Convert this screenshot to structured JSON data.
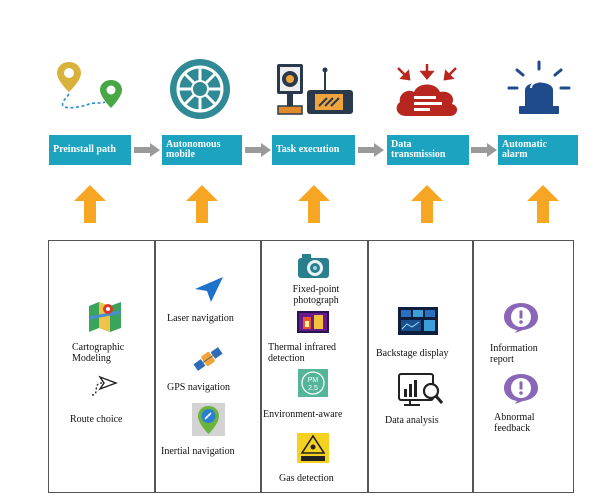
{
  "stages": [
    {
      "label": "Preinstall path"
    },
    {
      "label": "Autonomous mobile"
    },
    {
      "label": "Task execution"
    },
    {
      "label": "Data transmission"
    },
    {
      "label": "Automatic alarm"
    }
  ],
  "columns": [
    {
      "items": [
        {
          "label": "Cartographic Modeling",
          "icon": "map-icon"
        },
        {
          "label": "Route choice",
          "icon": "route-arrow-icon"
        }
      ]
    },
    {
      "items": [
        {
          "label": "Laser navigation",
          "icon": "navigation-arrow-icon"
        },
        {
          "label": "GPS navigation",
          "icon": "satellite-icon"
        },
        {
          "label": "Inertial navigation",
          "icon": "compass-icon"
        }
      ]
    },
    {
      "items": [
        {
          "label": "Fixed-point photograph",
          "icon": "camera-icon"
        },
        {
          "label": "Thermal infrared detection",
          "icon": "thermal-image-icon"
        },
        {
          "label": "Environment-aware",
          "icon": "pm25-sensor-icon"
        },
        {
          "label": "Gas detection",
          "icon": "gas-warning-icon"
        }
      ]
    },
    {
      "items": [
        {
          "label": "Backstage display",
          "icon": "dashboard-icon"
        },
        {
          "label": "Data analysis",
          "icon": "chart-search-icon"
        }
      ]
    },
    {
      "items": [
        {
          "label": "Information report",
          "icon": "info-bubble-icon"
        },
        {
          "label": "Abnormal feedback",
          "icon": "alert-bubble-icon"
        }
      ]
    }
  ],
  "colors": {
    "stage": "#1ba3bf",
    "arrow_up": "#f7a623",
    "arrow_right": "#9a9a9a",
    "icon_teal": "#2b7f8e",
    "alarm_blue": "#1f4a8c",
    "cloud_red": "#b8271f"
  }
}
